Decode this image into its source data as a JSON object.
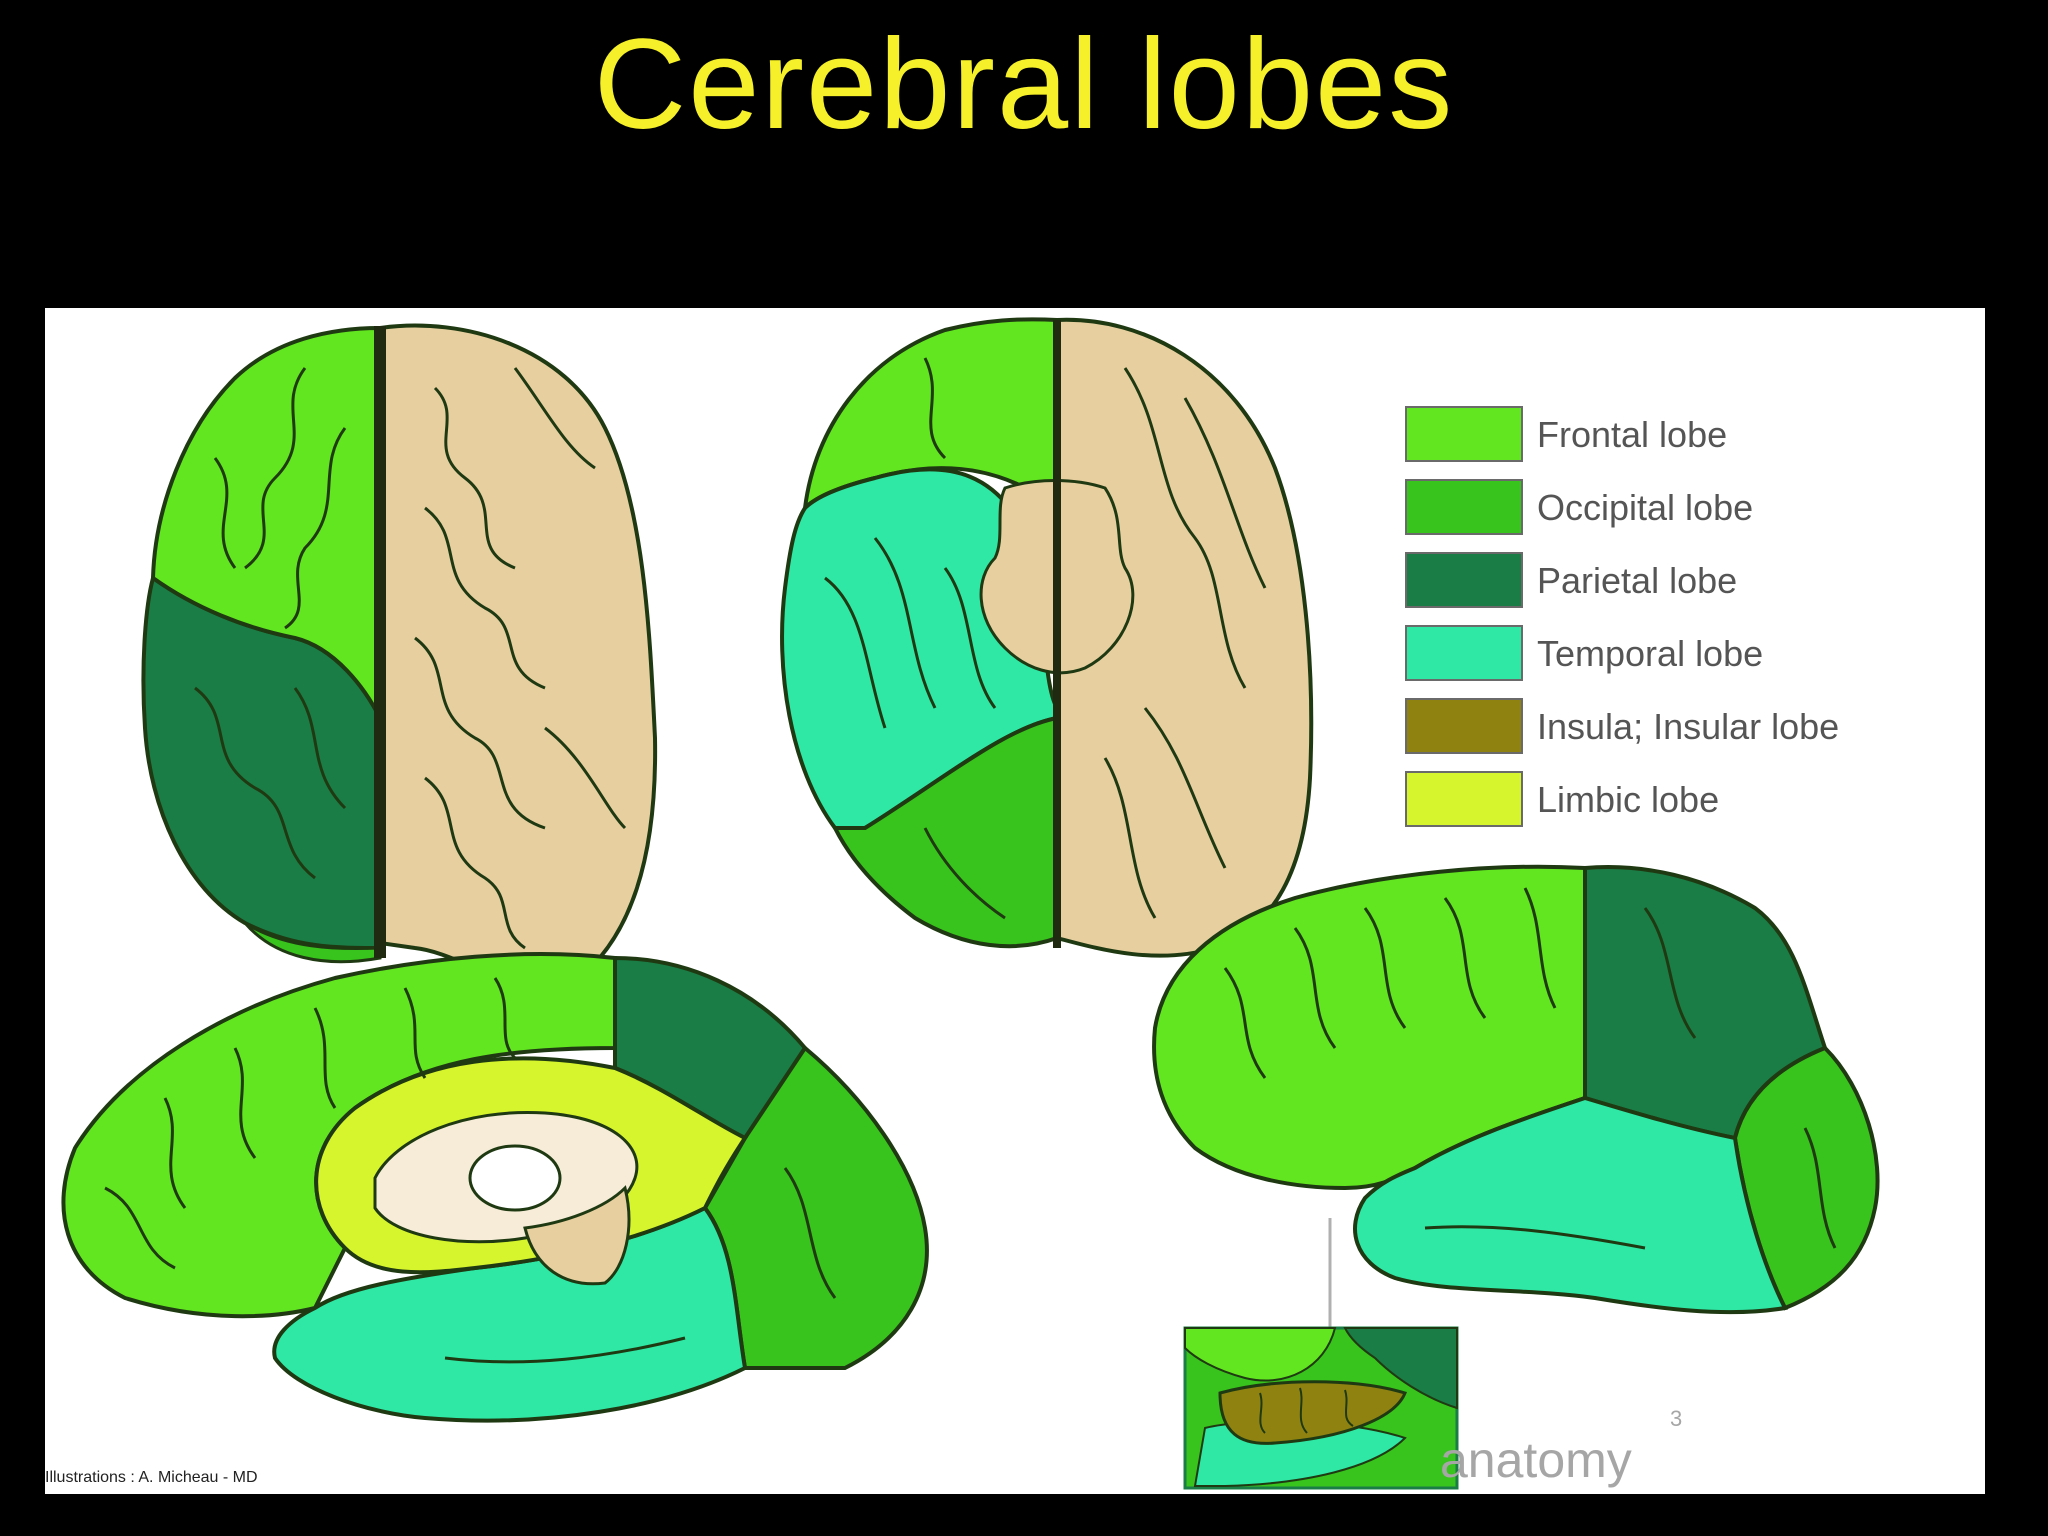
{
  "title": "Cerebral lobes",
  "legend": [
    {
      "label": "Frontal lobe",
      "color": "#62e620"
    },
    {
      "label": "Occipital lobe",
      "color": "#38c41c"
    },
    {
      "label": "Parietal lobe",
      "color": "#1a7d46"
    },
    {
      "label": "Temporal lobe",
      "color": "#2fe8a6"
    },
    {
      "label": "Insula; Insular lobe",
      "color": "#8f8210"
    },
    {
      "label": "Limbic lobe",
      "color": "#d6f52c"
    }
  ],
  "colors": {
    "background": "#000000",
    "title": "#f5f02a",
    "panel": "#ffffff",
    "brain_tan": "#e8cfa0",
    "sulcus_line": "#1f3a12",
    "thalamus_cream": "#f6ecd8"
  },
  "credit": "Illustrations : A. Micheau - MD",
  "brand": {
    "text": "anatomy",
    "superscript": "3"
  }
}
